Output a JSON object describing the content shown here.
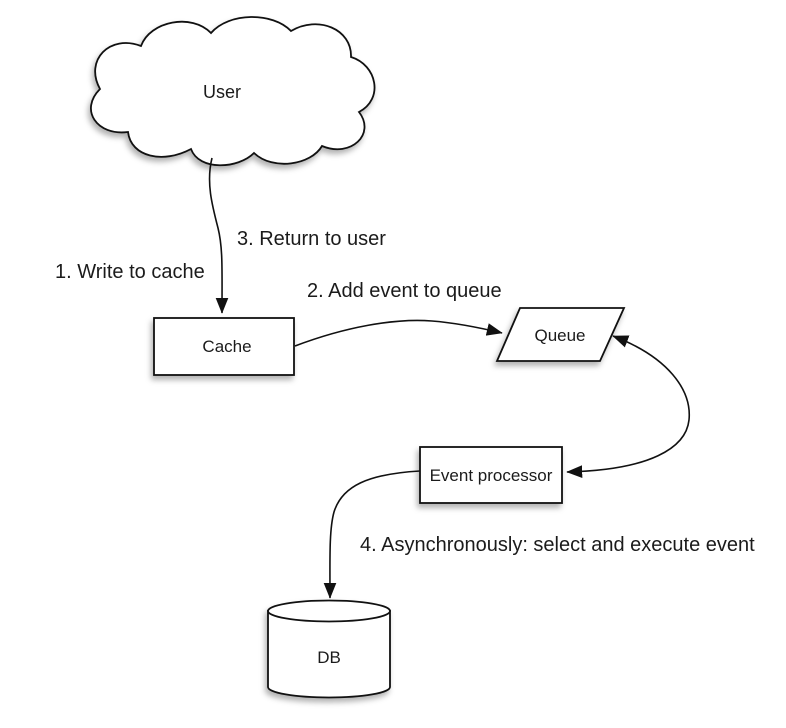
{
  "diagram": {
    "colors": {
      "background": "#ffffff",
      "fill": "#ffffff",
      "line": "#111111",
      "text": "#1b1b1b"
    },
    "nodes": {
      "user": {
        "label": "User",
        "shape": "cloud"
      },
      "cache": {
        "label": "Cache",
        "shape": "rectangle"
      },
      "queue": {
        "label": "Queue",
        "shape": "parallelogram"
      },
      "event_processor": {
        "label": "Event processor",
        "shape": "rectangle"
      },
      "db": {
        "label": "DB",
        "shape": "cylinder"
      }
    },
    "edge_labels": {
      "step1": "1. Write to cache",
      "step2": "2. Add event to queue",
      "step3": "3. Return to user",
      "step4": "4. Asynchronously: select and execute event"
    },
    "edges": [
      {
        "from": "user",
        "to": "cache",
        "style": "arrow",
        "labels": [
          "step1",
          "step3"
        ]
      },
      {
        "from": "cache",
        "to": "queue",
        "style": "arrow",
        "labels": [
          "step2"
        ]
      },
      {
        "from": "queue",
        "to": "event_processor",
        "style": "double-arrow",
        "labels": []
      },
      {
        "from": "event_processor",
        "to": "db",
        "style": "arrow",
        "labels": [
          "step4"
        ]
      }
    ]
  }
}
